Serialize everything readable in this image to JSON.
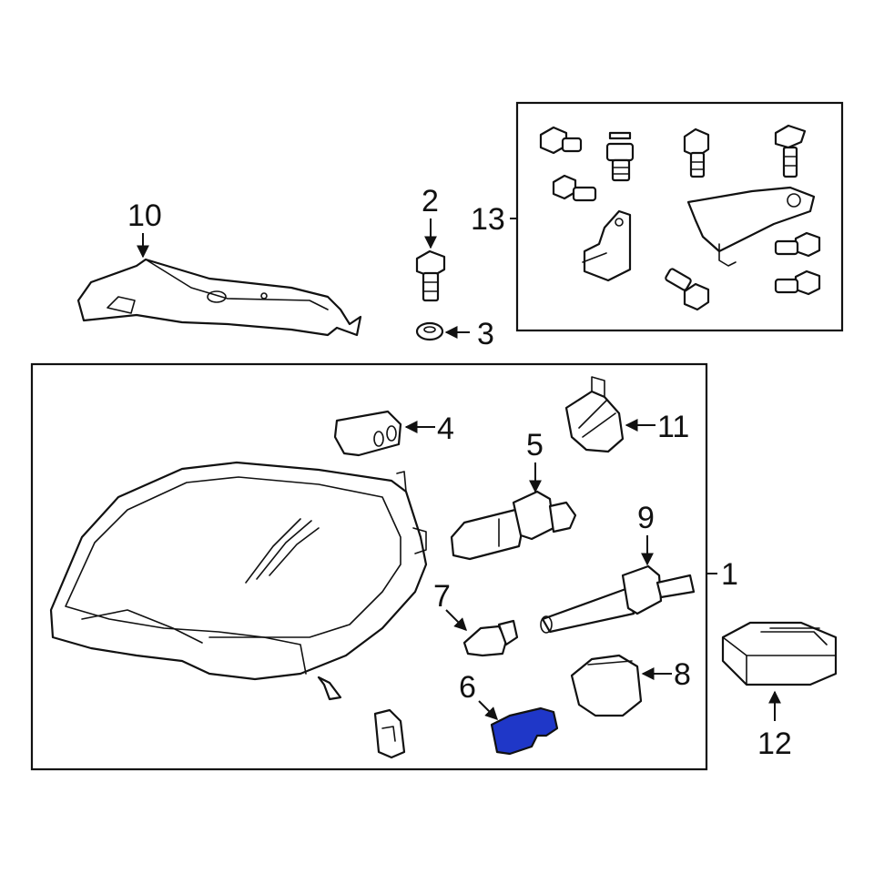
{
  "diagram": {
    "highlight_color": "#1f37c8",
    "callouts": [
      {
        "id": "c1",
        "number": "1"
      },
      {
        "id": "c2",
        "number": "2"
      },
      {
        "id": "c3",
        "number": "3"
      },
      {
        "id": "c4",
        "number": "4"
      },
      {
        "id": "c5",
        "number": "5"
      },
      {
        "id": "c6",
        "number": "6"
      },
      {
        "id": "c7",
        "number": "7"
      },
      {
        "id": "c8",
        "number": "8"
      },
      {
        "id": "c9",
        "number": "9"
      },
      {
        "id": "c10",
        "number": "10"
      },
      {
        "id": "c11",
        "number": "11"
      },
      {
        "id": "c12",
        "number": "12"
      },
      {
        "id": "c13",
        "number": "13"
      }
    ],
    "highlighted_part": "6"
  }
}
